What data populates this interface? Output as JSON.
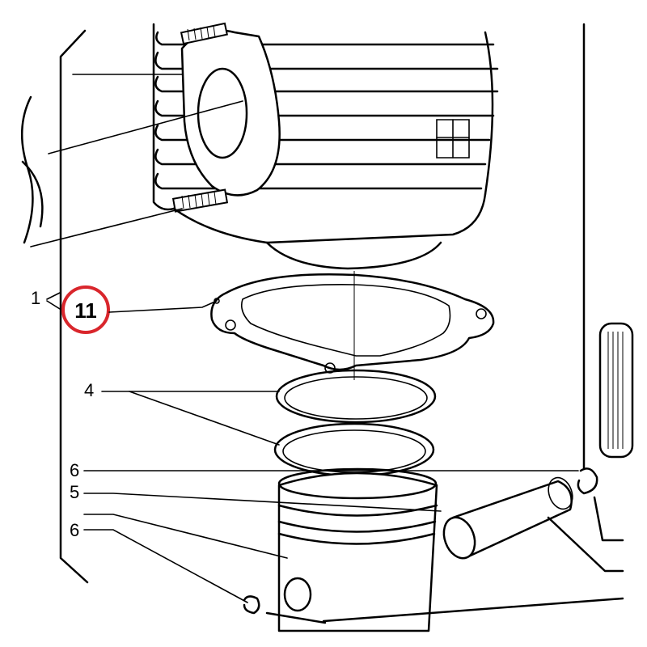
{
  "callouts": {
    "assembly": "1",
    "gasket": "11",
    "rings": "4",
    "circlip_top": "6",
    "pin": "5",
    "circlip_bottom": "6"
  },
  "highlight_color": "#d9262c"
}
